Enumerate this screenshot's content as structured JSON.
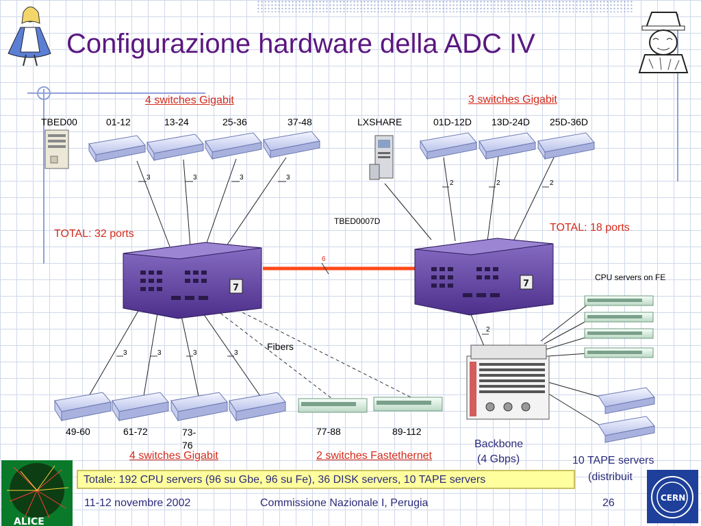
{
  "slide": {
    "title": "Configurazione hardware della ADC IV",
    "page_number": "26",
    "date": "11-12 novembre 2002",
    "event": "Commissione Nazionale I, Perugia",
    "total_note": "Totale: 192 CPU servers (96 su Gbe, 96 su Fe), 36 DISK servers, 10 TAPE servers",
    "logos": {
      "alice": "ALICE",
      "cern": "CERN"
    }
  },
  "top_left": {
    "header": "4 switches Gigabit",
    "tbed_label": "TBED00",
    "switch_labels": [
      "01-12",
      "13-24",
      "25-36",
      "37-48"
    ],
    "link_counts": [
      "3",
      "3",
      "3",
      "3"
    ],
    "total": "TOTAL: 32 ports"
  },
  "top_right": {
    "header": "3 switches Gigabit",
    "lxshare_label": "LXSHARE",
    "switch_labels": [
      "01D-12D",
      "13D-24D",
      "25D-36D"
    ],
    "link_counts": [
      "2",
      "2",
      "2"
    ],
    "total": "TOTAL: 18 ports",
    "router_label": "TBED0007D"
  },
  "trunk_count": "6",
  "bottom_left": {
    "link_counts": [
      "3",
      "3",
      "3",
      "3"
    ],
    "switch_labels": [
      "49-60",
      "61-72",
      "73-\n76"
    ],
    "footer": "4 switches Gigabit"
  },
  "fibers_label": "Fibers",
  "fast_ethernet": {
    "labels": [
      "77-88",
      "89-112"
    ],
    "footer": "2 switches Fastethernet"
  },
  "backbone": {
    "link_count": "2",
    "label_line1": "Backbone",
    "label_line2": "(4 Gbps)"
  },
  "cpu_servers_label": "CPU servers on FE",
  "tape": {
    "line1": "10 TAPE servers",
    "line2": "(distribuit"
  }
}
